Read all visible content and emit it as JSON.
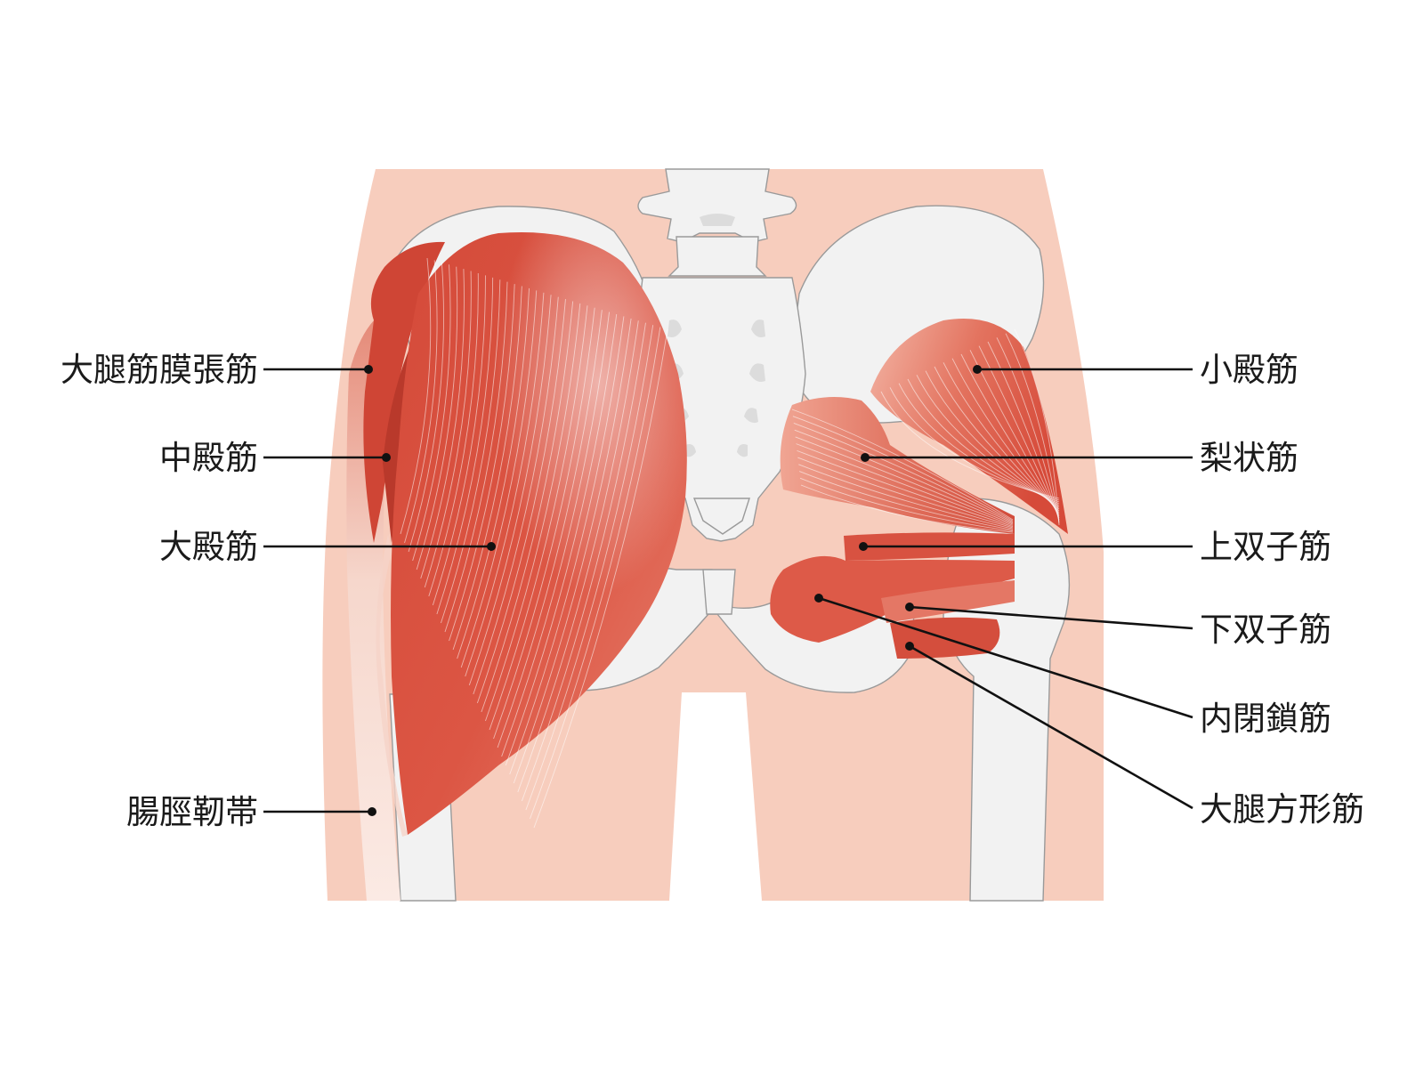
{
  "labels": {
    "left": [
      {
        "key": "tfl",
        "text": "大腿筋膜張筋"
      },
      {
        "key": "gmed",
        "text": "中殿筋"
      },
      {
        "key": "gmax",
        "text": "大殿筋"
      },
      {
        "key": "itb",
        "text": "腸脛靭帯"
      }
    ],
    "right": [
      {
        "key": "gmin",
        "text": "小殿筋"
      },
      {
        "key": "pir",
        "text": "梨状筋"
      },
      {
        "key": "gsup",
        "text": "上双子筋"
      },
      {
        "key": "ginf",
        "text": "下双子筋"
      },
      {
        "key": "oi",
        "text": "内閉鎖筋"
      },
      {
        "key": "qf",
        "text": "大腿方形筋"
      }
    ]
  },
  "colors": {
    "skin": "#f7cdbd",
    "muscle": "#d9503f",
    "muscle_light": "#ea8a76",
    "bone": "#f2f2f2",
    "bone_outline": "#9a9a9a",
    "leader": "#111111"
  }
}
